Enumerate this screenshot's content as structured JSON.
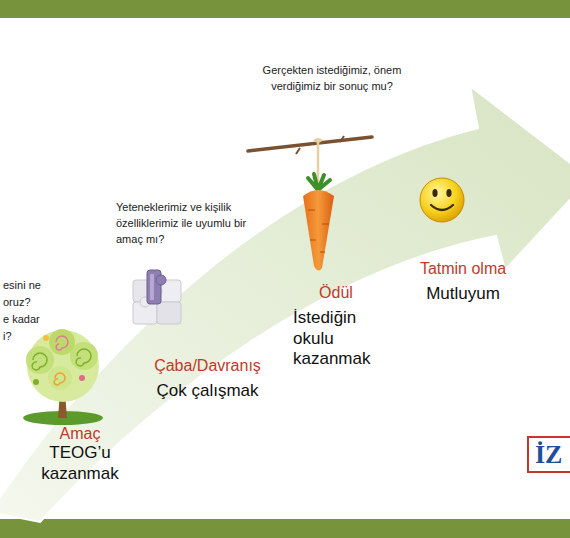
{
  "diagram": {
    "nodes": [
      {
        "text": [
          "Amaç",
          "TEOG’u kazanmak"
        ]
      },
      {
        "text": [
          "Çaba/Davranış",
          "Çok çalışmak"
        ]
      },
      {
        "text": [
          "Ödül",
          "İstediğin okulu kazanmak"
        ]
      },
      {
        "text": [
          "Tatmin olma",
          "Mutluyum"
        ]
      },
      {
        "text": [
          "İZ"
        ]
      }
    ],
    "labels": [
      "Gerçekten istediğimiz, önem verdiğimiz bir sonuç mu?",
      "Yeteneklerimiz ve kişilik özelliklerimiz ile uyumlu bir amaç mı?",
      "esini ne",
      "oruz?",
      "e kadar",
      "i?"
    ]
  }
}
